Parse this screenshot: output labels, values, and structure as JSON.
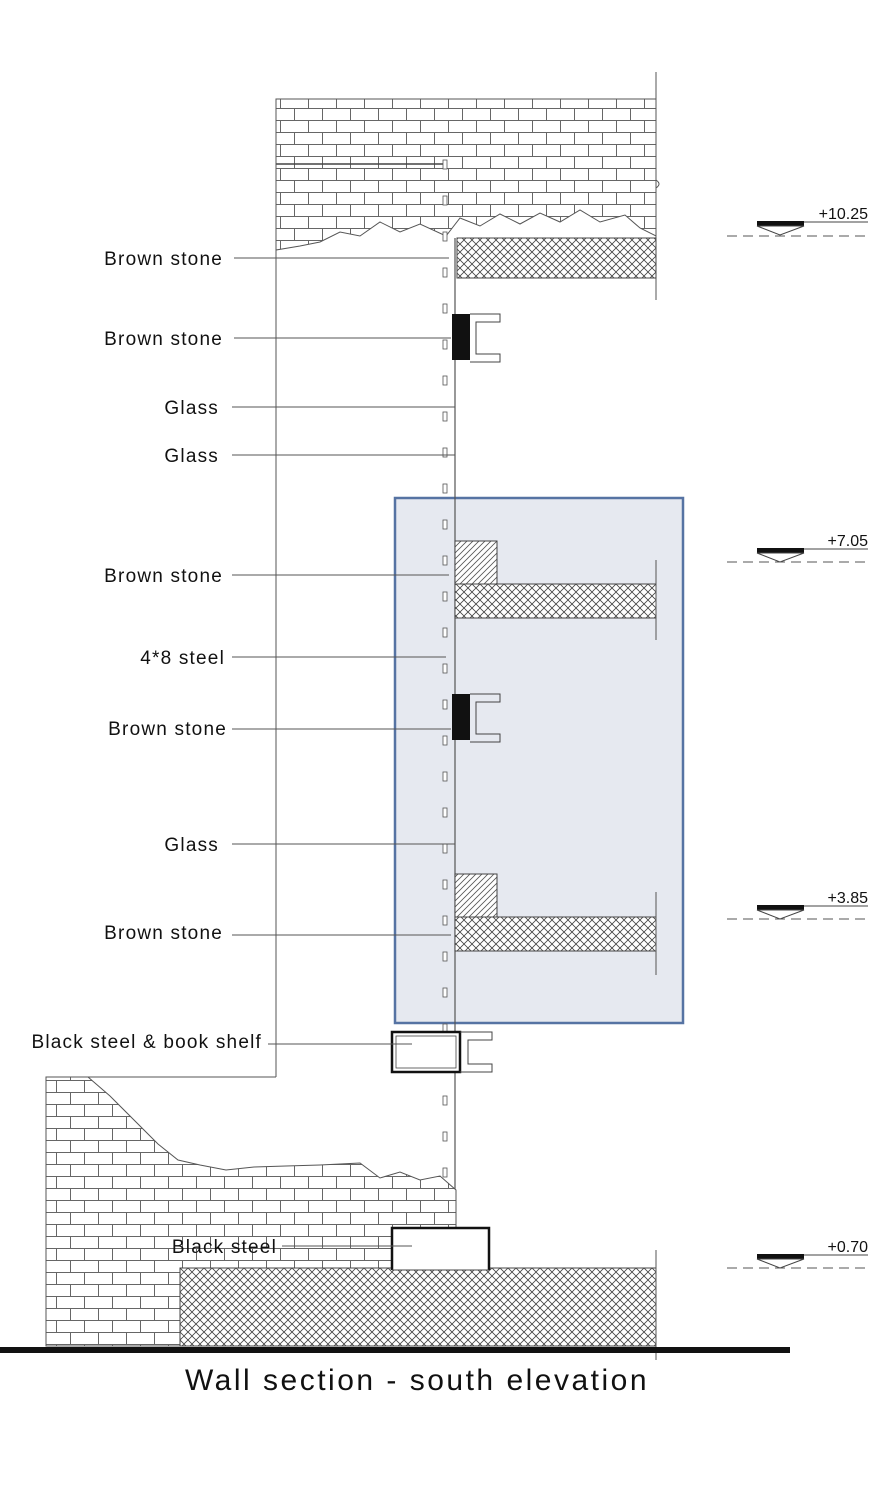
{
  "title": "Wall section - south elevation",
  "labels": {
    "l1": "Brown stone",
    "l2": "Brown stone",
    "l3": "Glass",
    "l4": "Glass",
    "l5": "Brown stone",
    "l6": "4*8 steel",
    "l7": "Brown stone",
    "l8": "Glass",
    "l9": "Brown stone",
    "l10": "Black steel & book shelf",
    "l11": "Black steel"
  },
  "levels": {
    "lv1": "+10.25",
    "lv2": "+7.05",
    "lv3": "+3.85",
    "lv4": "+0.70"
  },
  "colors": {
    "highlight_fill": "#e6e9f0",
    "highlight_stroke": "#5673a3",
    "line": "#555555",
    "black": "#111111"
  }
}
